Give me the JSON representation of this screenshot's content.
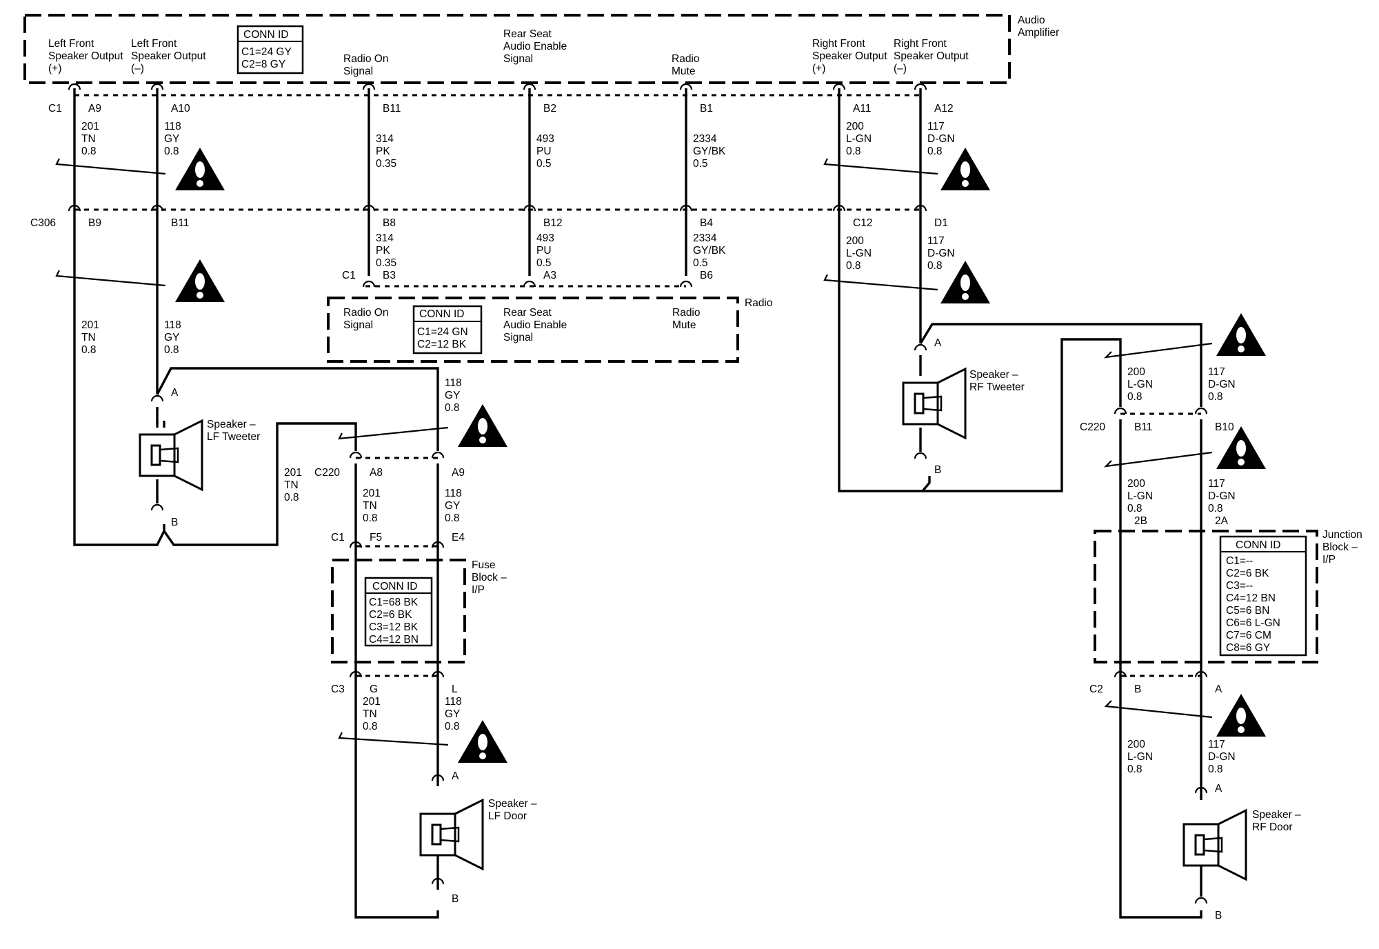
{
  "modules": {
    "amplifier": {
      "name": "Audio Amplifier",
      "lf_pos": "Left Front Speaker Output (+)",
      "lf_neg": "Left Front Speaker Output (–)",
      "radio_on": "Radio On Signal",
      "rear_seat": "Rear Seat Audio Enable Signal",
      "radio_mute": "Radio Mute",
      "rf_pos": "Right Front Speaker Output (+)",
      "rf_neg": "Right Front Speaker Output (–)",
      "conn_title": "CONN ID",
      "conn_c1": "C1=24 GY",
      "conn_c2": "C2=8 GY"
    },
    "radio": {
      "name": "Radio",
      "radio_on": "Radio On Signal",
      "rear_seat": "Rear Seat Audio Enable Signal",
      "radio_mute": "Radio Mute",
      "conn_title": "CONN ID",
      "conn_c1": "C1=24 GN",
      "conn_c2": "C2=12 BK"
    },
    "fuse_block": {
      "name": "Fuse Block – I/P",
      "conn_title": "CONN ID",
      "conn_lines": [
        "C1=68 BK",
        "C2=6 BK",
        "C3=12 BK",
        "C4=12 BN"
      ]
    },
    "junction_block": {
      "name": "Junction Block – I/P",
      "conn_title": "CONN ID",
      "conn_lines": [
        "C1=--",
        "C2=6 BK",
        "C3=--",
        "C4=12 BN",
        "C5=6 BN",
        "C6=6 L-GN",
        "C7=6 CM",
        "C8=6 GY"
      ]
    }
  },
  "speakers": {
    "lf_tweeter": "Speaker – LF Tweeter",
    "rf_tweeter": "Speaker – RF Tweeter",
    "lf_door": "Speaker – LF Door",
    "rf_door": "Speaker – RF Door"
  },
  "connectors": {
    "c1": "C1",
    "c306": "C306",
    "c220": "C220",
    "c3": "C3",
    "c2": "C2"
  },
  "pins": {
    "amp_a9": "A9",
    "amp_a10": "A10",
    "amp_b11": "B11",
    "amp_b2": "B2",
    "amp_b1": "B1",
    "amp_a11": "A11",
    "amp_a12": "A12",
    "c306_b9": "B9",
    "c306_b11": "B11",
    "c306_b8": "B8",
    "c306_b12": "B12",
    "c306_b4": "B4",
    "c306_c12": "C12",
    "c306_d1": "D1",
    "radio_b3": "B3",
    "radio_a3": "A3",
    "radio_b6": "B6",
    "lft_a": "A",
    "lft_b": "B",
    "rft_a": "A",
    "rft_b": "B",
    "c220_a8": "A8",
    "c220_a9": "A9",
    "c220_b11": "B11",
    "c220_b10": "B10",
    "fb_f5": "F5",
    "fb_e4": "E4",
    "fb_g": "G",
    "fb_l": "L",
    "jb_2b": "2B",
    "jb_2a": "2A",
    "jb_b": "B",
    "jb_a": "A",
    "lfd_a": "A",
    "lfd_b": "B",
    "rfd_a": "A",
    "rfd_b": "B"
  },
  "wires": {
    "w201": [
      "201",
      "TN",
      "0.8"
    ],
    "w118": [
      "118",
      "GY",
      "0.8"
    ],
    "w314_1": [
      "314",
      "PK",
      "0.35"
    ],
    "w493_1": [
      "493",
      "PU",
      "0.5"
    ],
    "w2334_1": [
      "2334",
      "GY/BK",
      "0.5"
    ],
    "w200": [
      "200",
      "L-GN",
      "0.8"
    ],
    "w117": [
      "117",
      "D-GN",
      "0.8"
    ],
    "w314_2": [
      "314",
      "PK",
      "0.35"
    ],
    "w493_2": [
      "493",
      "PU",
      "0.5"
    ],
    "w2334_2": [
      "2334",
      "GY/BK",
      "0.5"
    ],
    "w200_2": [
      "200",
      "L-GN",
      "0.8"
    ],
    "w117_2": [
      "117",
      "D-GN",
      "0.8"
    ],
    "w201_2": [
      "201",
      "TN",
      "0.8"
    ],
    "w118_2": [
      "118",
      "GY",
      "0.8"
    ],
    "w201_tw": [
      "201",
      "TN",
      "0.8"
    ],
    "w118_tw": [
      "118",
      "GY",
      "0.8"
    ],
    "w201_c220": [
      "201",
      "TN",
      "0.8"
    ],
    "w118_c220": [
      "118",
      "GY",
      "0.8"
    ],
    "w201_c3": [
      "201",
      "TN",
      "0.8"
    ],
    "w118_c3": [
      "118",
      "GY",
      "0.8"
    ],
    "w200_tw": [
      "200",
      "L-GN",
      "0.8"
    ],
    "w117_tw": [
      "117",
      "D-GN",
      "0.8"
    ],
    "w200_b11": [
      "200",
      "L-GN",
      "0.8"
    ],
    "w117_b10": [
      "117",
      "D-GN",
      "0.8"
    ],
    "w200_c2": [
      "200",
      "L-GN",
      "0.8"
    ],
    "w117_c2": [
      "117",
      "D-GN",
      "0.8"
    ]
  },
  "icons": {
    "warning": "warning-triangle-icon",
    "speaker": "speaker-icon",
    "connector_pin": "connector-pin-icon"
  }
}
